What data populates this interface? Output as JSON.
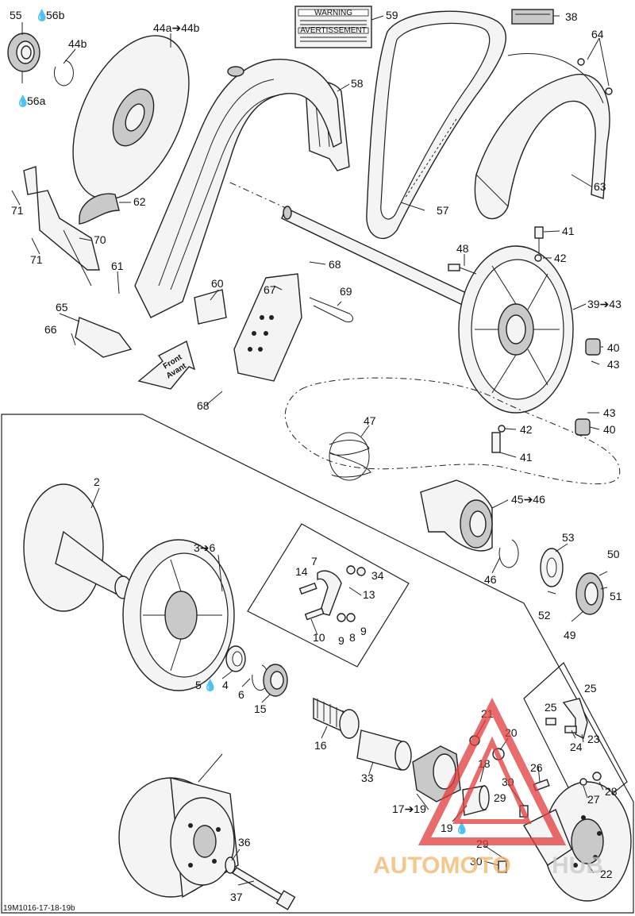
{
  "diagram_code": "19M1016-17-18-19b",
  "front_label": [
    "Front",
    "Avant"
  ],
  "warning_label": "WARNING",
  "warning_label_fr": "AVERTISSEMENT",
  "drop_symbol": "💧",
  "watermark": {
    "part1": "AUTOMOTO",
    "part2": "HUB"
  },
  "callouts": [
    {
      "id": "c55",
      "text": "55"
    },
    {
      "id": "c56b",
      "text": "56b"
    },
    {
      "id": "c44b",
      "text": "44b"
    },
    {
      "id": "c56a",
      "text": "56a"
    },
    {
      "id": "c44a",
      "text": "44a➔44b"
    },
    {
      "id": "c59",
      "text": "59"
    },
    {
      "id": "c38",
      "text": "38"
    },
    {
      "id": "c64",
      "text": "64"
    },
    {
      "id": "c58",
      "text": "58"
    },
    {
      "id": "c63",
      "text": "63"
    },
    {
      "id": "c71a",
      "text": "71"
    },
    {
      "id": "c62",
      "text": "62"
    },
    {
      "id": "c57",
      "text": "57"
    },
    {
      "id": "c41a",
      "text": "41"
    },
    {
      "id": "c70",
      "text": "70"
    },
    {
      "id": "c71b",
      "text": "71"
    },
    {
      "id": "c48",
      "text": "48"
    },
    {
      "id": "c42a",
      "text": "42"
    },
    {
      "id": "c68a",
      "text": "68"
    },
    {
      "id": "c61",
      "text": "61"
    },
    {
      "id": "c60",
      "text": "60"
    },
    {
      "id": "c67",
      "text": "67"
    },
    {
      "id": "c69",
      "text": "69"
    },
    {
      "id": "c39",
      "text": "39➔43"
    },
    {
      "id": "c65",
      "text": "65"
    },
    {
      "id": "c66",
      "text": "66"
    },
    {
      "id": "c40a",
      "text": "40"
    },
    {
      "id": "c43a",
      "text": "43"
    },
    {
      "id": "c68b",
      "text": "68"
    },
    {
      "id": "c43b",
      "text": "43"
    },
    {
      "id": "c47",
      "text": "47"
    },
    {
      "id": "c42b",
      "text": "42"
    },
    {
      "id": "c40b",
      "text": "40"
    },
    {
      "id": "c41b",
      "text": "41"
    },
    {
      "id": "c2",
      "text": "2"
    },
    {
      "id": "c45",
      "text": "45➔46"
    },
    {
      "id": "c53",
      "text": "53"
    },
    {
      "id": "c3",
      "text": "3➔6"
    },
    {
      "id": "c7",
      "text": "7"
    },
    {
      "id": "c14",
      "text": "14"
    },
    {
      "id": "c34",
      "text": "34"
    },
    {
      "id": "c50",
      "text": "50"
    },
    {
      "id": "c46",
      "text": "46"
    },
    {
      "id": "c13",
      "text": "13"
    },
    {
      "id": "c51",
      "text": "51"
    },
    {
      "id": "c52",
      "text": "52"
    },
    {
      "id": "c10",
      "text": "10"
    },
    {
      "id": "c9a",
      "text": "9"
    },
    {
      "id": "c8",
      "text": "8"
    },
    {
      "id": "c9b",
      "text": "9"
    },
    {
      "id": "c49",
      "text": "49"
    },
    {
      "id": "c5",
      "text": "5"
    },
    {
      "id": "c4",
      "text": "4"
    },
    {
      "id": "c6",
      "text": "6"
    },
    {
      "id": "c15",
      "text": "15"
    },
    {
      "id": "c16",
      "text": "16"
    },
    {
      "id": "c25a",
      "text": "25"
    },
    {
      "id": "c25b",
      "text": "25"
    },
    {
      "id": "c23",
      "text": "23"
    },
    {
      "id": "c24",
      "text": "24"
    },
    {
      "id": "c21",
      "text": "21"
    },
    {
      "id": "c20",
      "text": "20"
    },
    {
      "id": "c33",
      "text": "33"
    },
    {
      "id": "c18",
      "text": "18"
    },
    {
      "id": "c26",
      "text": "26"
    },
    {
      "id": "c30a",
      "text": "30"
    },
    {
      "id": "c28",
      "text": "28"
    },
    {
      "id": "c29a",
      "text": "29"
    },
    {
      "id": "c27",
      "text": "27"
    },
    {
      "id": "c17",
      "text": "17➔19"
    },
    {
      "id": "c19",
      "text": "19"
    },
    {
      "id": "c36",
      "text": "36"
    },
    {
      "id": "c29b",
      "text": "29"
    },
    {
      "id": "c30b",
      "text": "30"
    },
    {
      "id": "c22",
      "text": "22"
    },
    {
      "id": "c37",
      "text": "37"
    }
  ]
}
